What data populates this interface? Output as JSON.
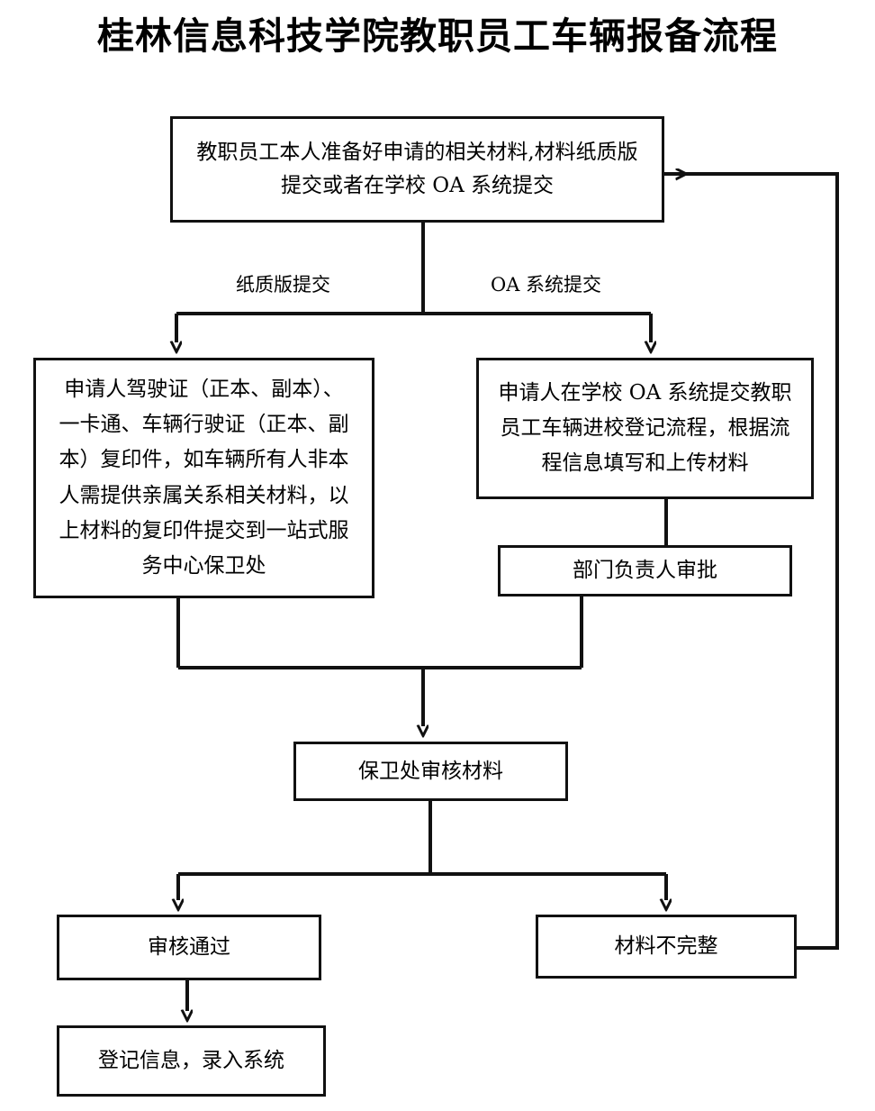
{
  "title": "桂林信息科技学院教职员工车辆报备流程",
  "diagram": {
    "type": "flowchart",
    "orientation": "top-down",
    "nodes": [
      {
        "id": "start",
        "label": "教职员工本人准备好申请的相关材料,材料纸质版\n提交或者在学校 OA 系统提交"
      },
      {
        "id": "paper-materials",
        "label": "申请人驾驶证（正本、副本）、\n一卡通、车辆行驶证（正本、副\n本）复印件，如车辆所有人非本\n人需提供亲属关系相关材料，以\n上材料的复印件提交到一站式服\n务中心保卫处"
      },
      {
        "id": "oa-submit",
        "label": "申请人在学校 OA 系统提交教职\n员工车辆进校登记流程，根据流\n程信息填写和上传材料"
      },
      {
        "id": "dept-approval",
        "label": "部门负责人审批"
      },
      {
        "id": "security-review",
        "label": "保卫处审核材料"
      },
      {
        "id": "approved",
        "label": "审核通过"
      },
      {
        "id": "incomplete",
        "label": "材料不完整"
      },
      {
        "id": "register",
        "label": "登记信息，录入系统"
      }
    ],
    "edge_labels": {
      "paper_branch": "纸质版提交",
      "oa_branch": "OA 系统提交"
    },
    "edges": [
      {
        "from": "start",
        "to": "paper-materials",
        "label": "纸质版提交",
        "arrow": true
      },
      {
        "from": "start",
        "to": "oa-submit",
        "label": "OA 系统提交",
        "arrow": true
      },
      {
        "from": "oa-submit",
        "to": "dept-approval",
        "label": "",
        "arrow": false
      },
      {
        "from": "paper-materials",
        "to": "security-review",
        "label": "",
        "arrow": true
      },
      {
        "from": "dept-approval",
        "to": "security-review",
        "label": "",
        "arrow": true
      },
      {
        "from": "security-review",
        "to": "approved",
        "label": "",
        "arrow": true
      },
      {
        "from": "security-review",
        "to": "incomplete",
        "label": "",
        "arrow": true
      },
      {
        "from": "approved",
        "to": "register",
        "label": "",
        "arrow": true
      },
      {
        "from": "incomplete",
        "to": "start",
        "label": "",
        "arrow": true
      }
    ]
  },
  "colors": {
    "background": "#ffffff",
    "stroke": "#111111",
    "text": "#000000"
  }
}
